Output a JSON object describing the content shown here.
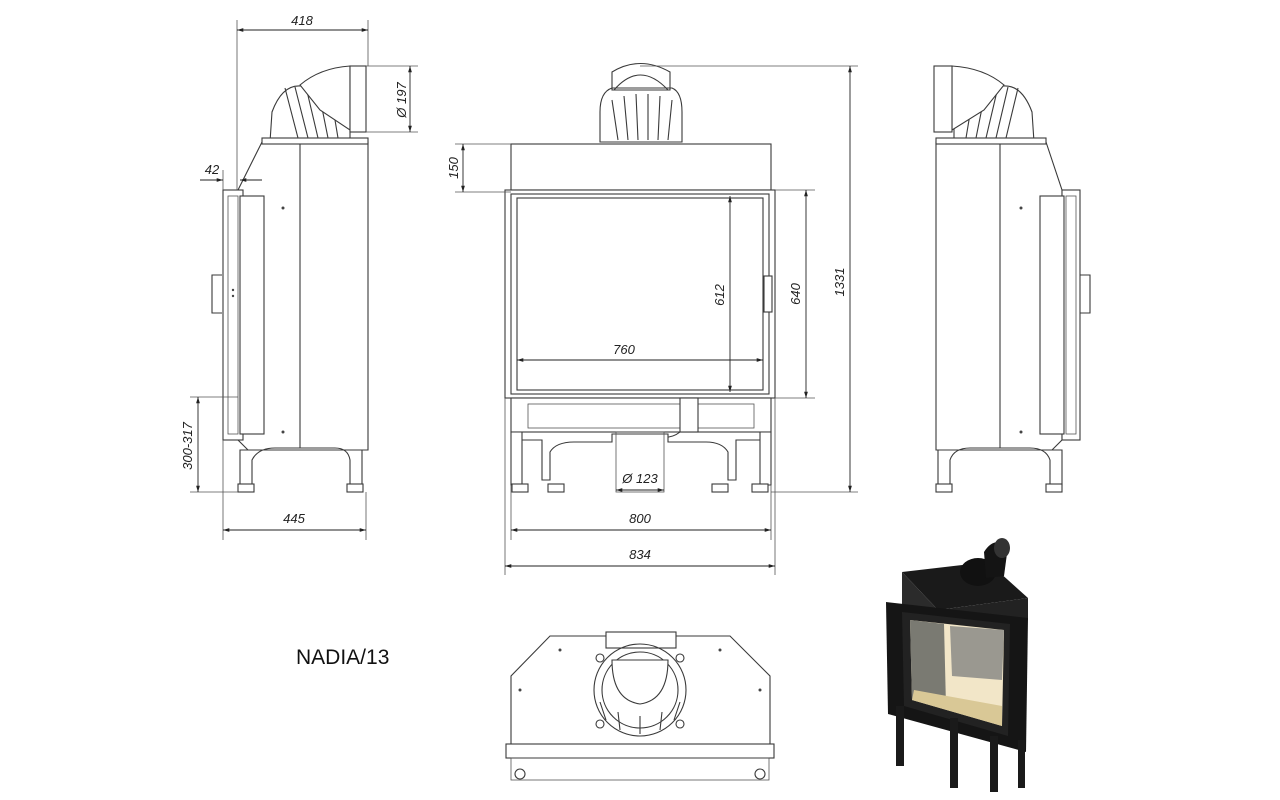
{
  "model_name": "NADIA/13",
  "dimensions": {
    "side_depth_top": "418",
    "flue_diameter_side": "Ø 197",
    "side_offset": "42",
    "leg_height": "300-317",
    "side_depth_bottom": "445",
    "top_height": "150",
    "glass_height": "612",
    "door_height": "640",
    "total_height": "1331",
    "glass_width": "760",
    "air_inlet_diameter": "Ø 123",
    "body_width": "800",
    "total_width": "834"
  }
}
